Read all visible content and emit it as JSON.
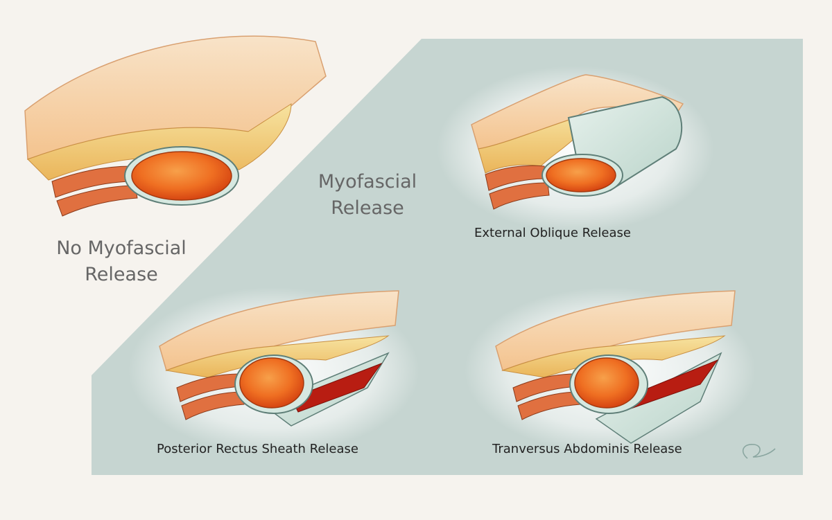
{
  "labels": {
    "no_release_line1": "No Myofascial",
    "no_release_line2": "Release",
    "myofascial_line1": "Myofascial",
    "myofascial_line2": "Release",
    "external_oblique": "External Oblique Release",
    "posterior_rectus": "Posterior Rectus Sheath Release",
    "transversus": "Tranversus Abdominis Release"
  },
  "colors": {
    "background": "#f6f3ee",
    "panel": "#c6d5d1",
    "skin": "#f6c99a",
    "fat": "#f3d27c",
    "muscle": "#e8571e",
    "fascia": "#cfe4dc",
    "dark_muscle": "#b81d12"
  }
}
